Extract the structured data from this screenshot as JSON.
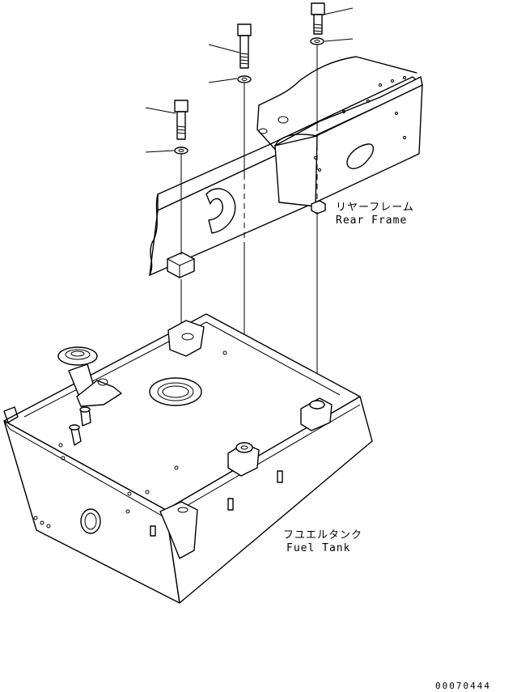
{
  "labels": {
    "rear_frame_jp": "リヤーフレーム",
    "rear_frame_en": "Rear Frame",
    "fuel_tank_jp": "フユエルタンク",
    "fuel_tank_en": "Fuel Tank"
  },
  "drawing_code": "00070444"
}
